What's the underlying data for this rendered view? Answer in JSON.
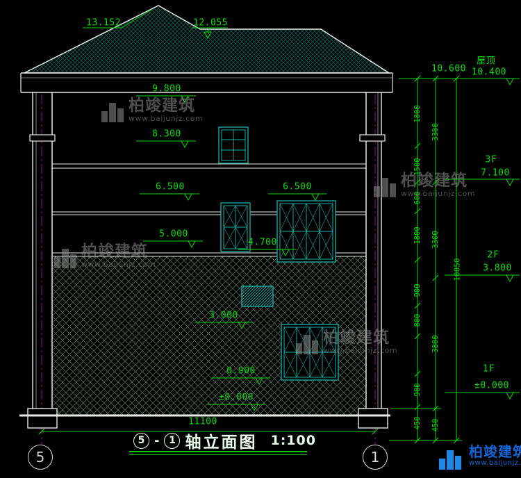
{
  "title": {
    "axis_start": "5",
    "dash": "-",
    "axis_end": "1",
    "name": "轴立面图",
    "scale": "1:100"
  },
  "axis_markers": {
    "left": "5",
    "right": "1"
  },
  "watermark": {
    "brand": "柏竣建筑",
    "site": "www.baijunjz.com"
  },
  "callouts": {
    "ridge_main": "13.152",
    "ridge_low": "12.055",
    "eave": "9.800",
    "level_8300": "8.300",
    "level_6500_left": "6.500",
    "level_6500_right": "6.500",
    "level_5000": "5.000",
    "level_4700": "4.700",
    "level_3000": "3.000",
    "level_0900": "0.900",
    "level_zero": "±0.000"
  },
  "levels": {
    "roof": {
      "label": "屋顶",
      "value": "10.400"
    },
    "f3": {
      "label": "3F",
      "value": "7.100"
    },
    "f2": {
      "label": "2F",
      "value": "3.800"
    },
    "f1": {
      "label": "1F",
      "value": "±0.000"
    }
  },
  "dims": {
    "eave_height": "10.600",
    "total_width": "11100",
    "total_height": "10850",
    "chain_inner": [
      "1800",
      "1500",
      "600",
      "1800",
      "900",
      "800",
      "900",
      "450"
    ],
    "chain_floors": [
      "3300",
      "3300",
      "3800",
      "450"
    ]
  },
  "colors": {
    "background": "#000000",
    "line": "#e8e8e8",
    "dimension": "#00dd00",
    "window": "#18b2a8",
    "axis": "#c000c0",
    "watermark_gray": "#8e8e8e",
    "brand_blue": "#1669d6"
  }
}
